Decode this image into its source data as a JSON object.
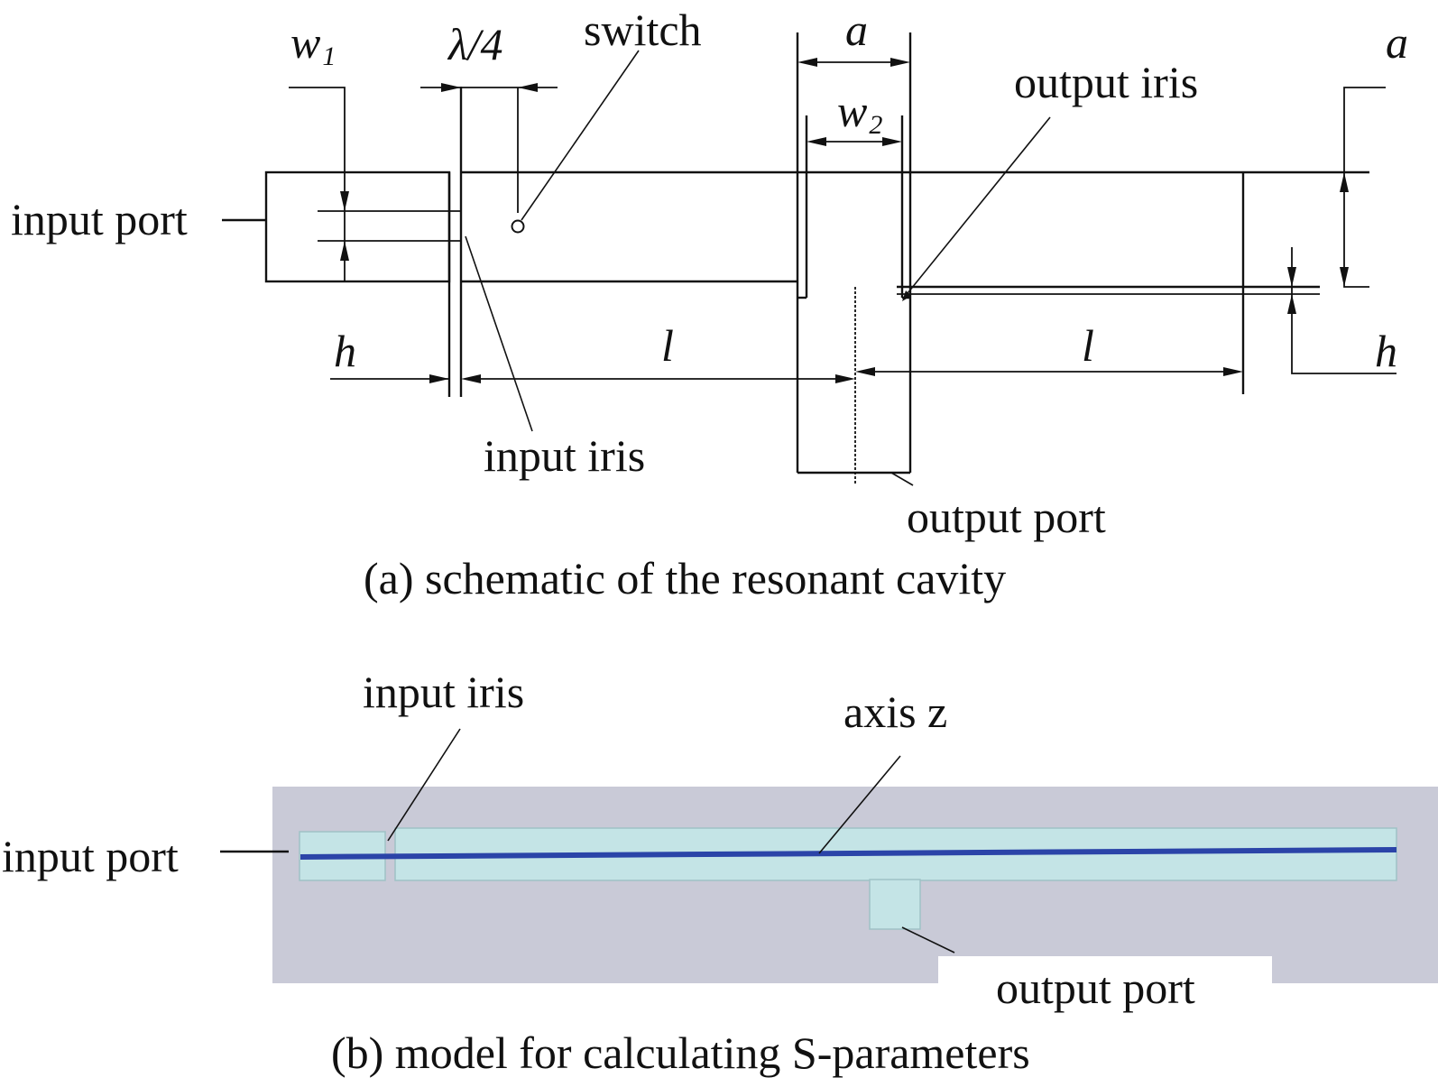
{
  "part_a": {
    "caption": "(a) schematic of the resonant cavity",
    "labels": {
      "input_port": "input port",
      "w1": "w",
      "w1_sub": "1",
      "lambda_quarter": "λ/4",
      "switch": "switch",
      "a_top": "a",
      "w2": "w",
      "w2_sub": "2",
      "output_iris": "output iris",
      "a_right": "a",
      "h_left": "h",
      "l_left": "l",
      "l_right": "l",
      "h_right": "h",
      "input_iris": "input iris",
      "output_port": "output port"
    }
  },
  "part_b": {
    "caption": "(b) model for calculating S-parameters",
    "labels": {
      "input_iris": "input iris",
      "axis_z": "axis z",
      "input_port": "input port",
      "output_port": "output port"
    },
    "colors": {
      "background": "#c9cad7",
      "waveguide": "#c4e4e6",
      "waveguide_edge": "#9fc2c6",
      "axis": "#2b44a8"
    }
  }
}
